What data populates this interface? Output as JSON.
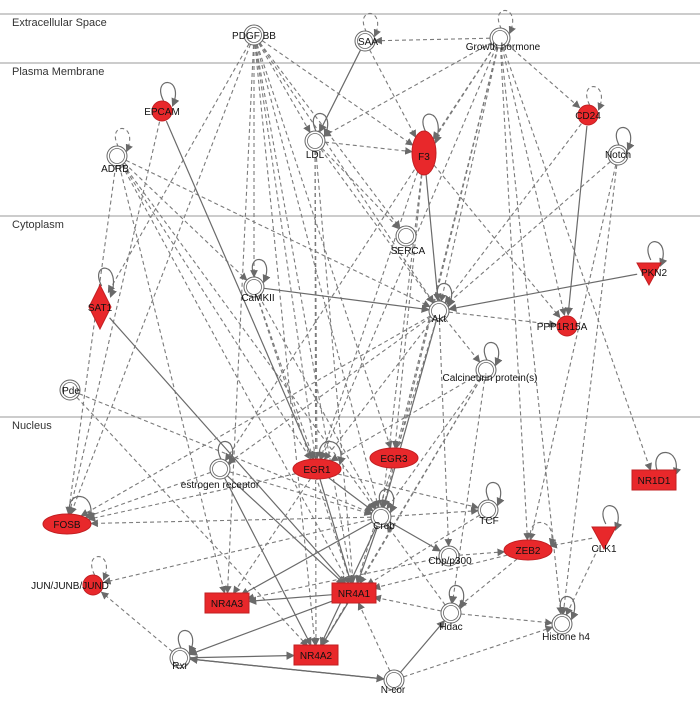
{
  "colors": {
    "highlight": "#e8282b",
    "edge": "#7a7a7a",
    "node_outline": "#666666",
    "region_line": "#999999"
  },
  "regions": [
    {
      "id": "extracellular",
      "label": "Extracellular Space"
    },
    {
      "id": "plasma",
      "label": "Plasma Membrane"
    },
    {
      "id": "cytoplasm",
      "label": "Cytoplasm"
    },
    {
      "id": "nucleus",
      "label": "Nucleus"
    }
  ],
  "nodes": [
    {
      "id": "pdgfbb",
      "label": "PDGF BB",
      "shape": "circle",
      "highlighted": false
    },
    {
      "id": "saa",
      "label": "SAA",
      "shape": "circle",
      "highlighted": false
    },
    {
      "id": "gh",
      "label": "Growth hormone",
      "shape": "circle",
      "highlighted": false
    },
    {
      "id": "epcam",
      "label": "EPCAM",
      "shape": "circle",
      "highlighted": true
    },
    {
      "id": "cd24",
      "label": "CD24",
      "shape": "circle",
      "highlighted": true
    },
    {
      "id": "ldl",
      "label": "LDL",
      "shape": "circle",
      "highlighted": false
    },
    {
      "id": "f3",
      "label": "F3",
      "shape": "ellipse-v",
      "highlighted": true
    },
    {
      "id": "adrb",
      "label": "ADRB",
      "shape": "circle",
      "highlighted": false
    },
    {
      "id": "notch",
      "label": "Notch",
      "shape": "circle",
      "highlighted": false
    },
    {
      "id": "serca",
      "label": "SERCA",
      "shape": "circle",
      "highlighted": false
    },
    {
      "id": "sat1",
      "label": "SAT1",
      "shape": "diamond",
      "highlighted": true
    },
    {
      "id": "camkii",
      "label": "CaMKII",
      "shape": "circle",
      "highlighted": false
    },
    {
      "id": "pkn2",
      "label": "PKN2",
      "shape": "triangle",
      "highlighted": true
    },
    {
      "id": "akt",
      "label": "Akt",
      "shape": "circle",
      "highlighted": false
    },
    {
      "id": "ppp1r15a",
      "label": "PPP1R15A",
      "shape": "circle",
      "highlighted": true
    },
    {
      "id": "calcineurin",
      "label": "Calcineurin protein(s)",
      "shape": "circle",
      "highlighted": false
    },
    {
      "id": "pde",
      "label": "Pde",
      "shape": "circle",
      "highlighted": false
    },
    {
      "id": "egr1",
      "label": "EGR1",
      "shape": "ellipse",
      "highlighted": true
    },
    {
      "id": "egr3",
      "label": "EGR3",
      "shape": "ellipse",
      "highlighted": true
    },
    {
      "id": "nr1d1",
      "label": "NR1D1",
      "shape": "rect",
      "highlighted": true
    },
    {
      "id": "estrogen",
      "label": "estrogen receptor",
      "shape": "circle",
      "highlighted": false
    },
    {
      "id": "fosb",
      "label": "FOSB",
      "shape": "ellipse",
      "highlighted": true
    },
    {
      "id": "creb",
      "label": "Creb",
      "shape": "circle",
      "highlighted": false
    },
    {
      "id": "tcf",
      "label": "TCF",
      "shape": "circle",
      "highlighted": false
    },
    {
      "id": "cbp",
      "label": "Cbp/p300",
      "shape": "circle",
      "highlighted": false
    },
    {
      "id": "zeb2",
      "label": "ZEB2",
      "shape": "ellipse",
      "highlighted": true
    },
    {
      "id": "clk1",
      "label": "CLK1",
      "shape": "triangle",
      "highlighted": true
    },
    {
      "id": "jun",
      "label": "JUN/JUNB/JUND",
      "shape": "circle",
      "highlighted": true
    },
    {
      "id": "nr4a3",
      "label": "NR4A3",
      "shape": "rect",
      "highlighted": true
    },
    {
      "id": "nr4a1",
      "label": "NR4A1",
      "shape": "rect",
      "highlighted": true
    },
    {
      "id": "hdac",
      "label": "Hdac",
      "shape": "circle",
      "highlighted": false
    },
    {
      "id": "histone",
      "label": "Histone h4",
      "shape": "circle",
      "highlighted": false
    },
    {
      "id": "nr4a2",
      "label": "NR4A2",
      "shape": "rect",
      "highlighted": true
    },
    {
      "id": "rxr",
      "label": "Rxr",
      "shape": "circle",
      "highlighted": false
    },
    {
      "id": "ncor",
      "label": "N-cor",
      "shape": "circle",
      "highlighted": false
    }
  ],
  "edges": [
    [
      "pdgfbb",
      "ldl",
      "d"
    ],
    [
      "pdgfbb",
      "f3",
      "d"
    ],
    [
      "pdgfbb",
      "akt",
      "d"
    ],
    [
      "pdgfbb",
      "egr1",
      "d"
    ],
    [
      "pdgfbb",
      "egr3",
      "d"
    ],
    [
      "pdgfbb",
      "nr4a1",
      "d"
    ],
    [
      "pdgfbb",
      "fosb",
      "d"
    ],
    [
      "pdgfbb",
      "camkii",
      "d"
    ],
    [
      "pdgfbb",
      "nr4a3",
      "d"
    ],
    [
      "pdgfbb",
      "creb",
      "d"
    ],
    [
      "pdgfbb",
      "sat1",
      "d"
    ],
    [
      "pdgfbb",
      "serca",
      "d"
    ],
    [
      "pdgfbb",
      "nr4a2",
      "d"
    ],
    [
      "gh",
      "saa",
      "d"
    ],
    [
      "gh",
      "ldl",
      "d"
    ],
    [
      "gh",
      "f3",
      "d"
    ],
    [
      "gh",
      "akt",
      "d"
    ],
    [
      "gh",
      "egr1",
      "d"
    ],
    [
      "gh",
      "cd24",
      "d"
    ],
    [
      "gh",
      "ppp1r15a",
      "d"
    ],
    [
      "gh",
      "zeb2",
      "d"
    ],
    [
      "gh",
      "histone",
      "d"
    ],
    [
      "gh",
      "nr1d1",
      "d"
    ],
    [
      "gh",
      "creb",
      "d"
    ],
    [
      "gh",
      "estrogen",
      "d"
    ],
    [
      "gh",
      "egr3",
      "d"
    ],
    [
      "saa",
      "ldl",
      "s"
    ],
    [
      "saa",
      "f3",
      "d"
    ],
    [
      "adrb",
      "akt",
      "d"
    ],
    [
      "adrb",
      "egr1",
      "d"
    ],
    [
      "adrb",
      "nr4a1",
      "d"
    ],
    [
      "adrb",
      "nr4a3",
      "d"
    ],
    [
      "adrb",
      "camkii",
      "d"
    ],
    [
      "adrb",
      "fosb",
      "d"
    ],
    [
      "adrb",
      "creb",
      "d"
    ],
    [
      "ldl",
      "f3",
      "d"
    ],
    [
      "ldl",
      "akt",
      "d"
    ],
    [
      "ldl",
      "egr1",
      "d"
    ],
    [
      "ldl",
      "nr4a1",
      "d"
    ],
    [
      "ldl",
      "serca",
      "d"
    ],
    [
      "ldl",
      "nr4a2",
      "d"
    ],
    [
      "epcam",
      "egr1",
      "s"
    ],
    [
      "epcam",
      "fosb",
      "d"
    ],
    [
      "f3",
      "akt",
      "s"
    ],
    [
      "f3",
      "egr1",
      "d"
    ],
    [
      "f3",
      "egr3",
      "d"
    ],
    [
      "f3",
      "ppp1r15a",
      "d"
    ],
    [
      "f3",
      "creb",
      "d"
    ],
    [
      "cd24",
      "akt",
      "d"
    ],
    [
      "cd24",
      "ppp1r15a",
      "s"
    ],
    [
      "notch",
      "akt",
      "d"
    ],
    [
      "notch",
      "zeb2",
      "d"
    ],
    [
      "notch",
      "histone",
      "d"
    ],
    [
      "sat1",
      "nr4a1",
      "s"
    ],
    [
      "camkii",
      "akt",
      "s"
    ],
    [
      "camkii",
      "creb",
      "d"
    ],
    [
      "camkii",
      "nr4a1",
      "d"
    ],
    [
      "camkii",
      "egr1",
      "d"
    ],
    [
      "pkn2",
      "akt",
      "s"
    ],
    [
      "akt",
      "ppp1r15a",
      "d"
    ],
    [
      "akt",
      "egr1",
      "d"
    ],
    [
      "akt",
      "creb",
      "s"
    ],
    [
      "akt",
      "nr4a1",
      "d"
    ],
    [
      "akt",
      "calcineurin",
      "d"
    ],
    [
      "akt",
      "estrogen",
      "d"
    ],
    [
      "akt",
      "fosb",
      "d"
    ],
    [
      "akt",
      "cbp",
      "d"
    ],
    [
      "calcineurin",
      "egr1",
      "d"
    ],
    [
      "calcineurin",
      "nr4a1",
      "d"
    ],
    [
      "calcineurin",
      "creb",
      "d"
    ],
    [
      "calcineurin",
      "hdac",
      "d"
    ],
    [
      "calcineurin",
      "nr4a2",
      "d"
    ],
    [
      "pde",
      "creb",
      "d"
    ],
    [
      "pde",
      "nr4a2",
      "d"
    ],
    [
      "egr1",
      "creb",
      "s"
    ],
    [
      "egr1",
      "nr4a1",
      "s"
    ],
    [
      "egr1",
      "tcf",
      "d"
    ],
    [
      "egr1",
      "fosb",
      "d"
    ],
    [
      "egr1",
      "nr4a3",
      "d"
    ],
    [
      "estrogen",
      "nr4a1",
      "s"
    ],
    [
      "estrogen",
      "fosb",
      "d"
    ],
    [
      "estrogen",
      "nr4a2",
      "s"
    ],
    [
      "estrogen",
      "creb",
      "d"
    ],
    [
      "creb",
      "nr4a1",
      "s"
    ],
    [
      "creb",
      "nr4a3",
      "s"
    ],
    [
      "creb",
      "nr4a2",
      "s"
    ],
    [
      "creb",
      "fosb",
      "d"
    ],
    [
      "creb",
      "jun",
      "d"
    ],
    [
      "creb",
      "tcf",
      "d"
    ],
    [
      "creb",
      "cbp",
      "s"
    ],
    [
      "tcf",
      "nr4a1",
      "d"
    ],
    [
      "cbp",
      "nr4a3",
      "d"
    ],
    [
      "cbp",
      "zeb2",
      "d"
    ],
    [
      "hdac",
      "creb",
      "d"
    ],
    [
      "hdac",
      "histone",
      "d"
    ],
    [
      "hdac",
      "nr4a1",
      "d"
    ],
    [
      "zeb2",
      "hdac",
      "d"
    ],
    [
      "zeb2",
      "nr4a1",
      "d"
    ],
    [
      "clk1",
      "zeb2",
      "d"
    ],
    [
      "clk1",
      "histone",
      "d"
    ],
    [
      "nr4a1",
      "nr4a3",
      "s"
    ],
    [
      "nr4a1",
      "nr4a2",
      "s"
    ],
    [
      "nr4a1",
      "rxr",
      "s"
    ],
    [
      "rxr",
      "nr4a2",
      "s"
    ],
    [
      "rxr",
      "ncor",
      "s"
    ],
    [
      "rxr",
      "jun",
      "d"
    ],
    [
      "ncor",
      "histone",
      "d"
    ],
    [
      "ncor",
      "rxr",
      "s"
    ],
    [
      "ncor",
      "hdac",
      "s"
    ],
    [
      "ncor",
      "nr4a1",
      "d"
    ]
  ],
  "self_loops": [
    [
      "saa",
      "d"
    ],
    [
      "gh",
      "d"
    ],
    [
      "epcam",
      "s"
    ],
    [
      "cd24",
      "d"
    ],
    [
      "ldl",
      "s"
    ],
    [
      "f3",
      "s"
    ],
    [
      "adrb",
      "d"
    ],
    [
      "notch",
      "s"
    ],
    [
      "sat1",
      "s"
    ],
    [
      "camkii",
      "s"
    ],
    [
      "pkn2",
      "s"
    ],
    [
      "akt",
      "s"
    ],
    [
      "calcineurin",
      "s"
    ],
    [
      "egr1",
      "s"
    ],
    [
      "estrogen",
      "s"
    ],
    [
      "fosb",
      "s"
    ],
    [
      "creb",
      "s"
    ],
    [
      "tcf",
      "s"
    ],
    [
      "zeb2",
      "d"
    ],
    [
      "clk1",
      "s"
    ],
    [
      "jun",
      "d"
    ],
    [
      "nr1d1",
      "s"
    ],
    [
      "hdac",
      "s"
    ],
    [
      "rxr",
      "s"
    ],
    [
      "histone",
      "s"
    ]
  ]
}
